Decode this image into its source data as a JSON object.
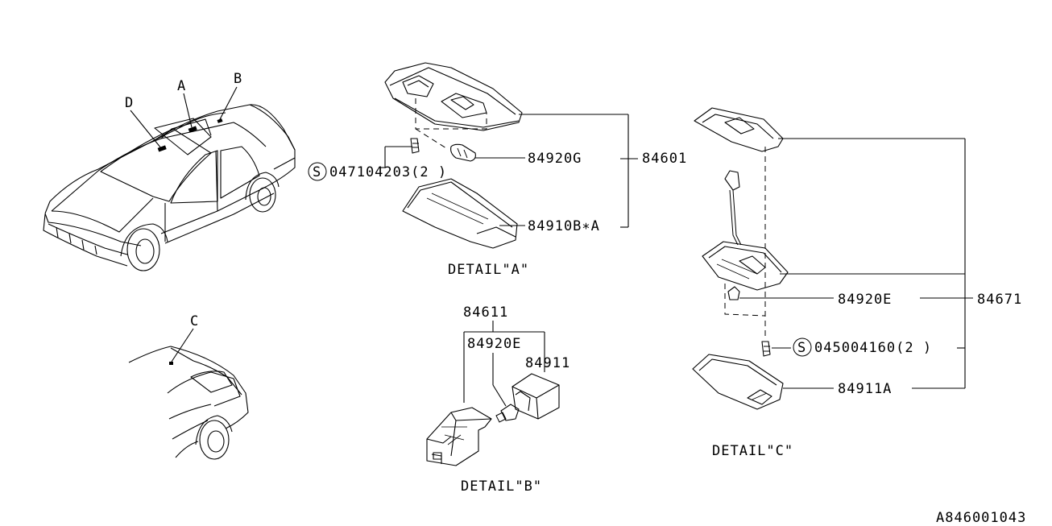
{
  "diagram_id": "A846001043",
  "car_callouts": [
    "A",
    "B",
    "C",
    "D"
  ],
  "details": {
    "a": {
      "title": "DETAIL\"A\"",
      "parts": {
        "assembly": "84601",
        "bulb": "84920G",
        "lens": "84910B∗A",
        "screw": "047104203(2 )",
        "screw_badge": "S"
      }
    },
    "b": {
      "title": "DETAIL\"B\"",
      "parts": {
        "assembly": "84611",
        "bulb": "84920E",
        "socket": "84911"
      }
    },
    "c": {
      "title": "DETAIL\"C\"",
      "parts": {
        "assembly": "84671",
        "bulb": "84920E",
        "lens": "84911A",
        "screw": "045004160(2 )",
        "screw_badge": "S"
      }
    }
  }
}
